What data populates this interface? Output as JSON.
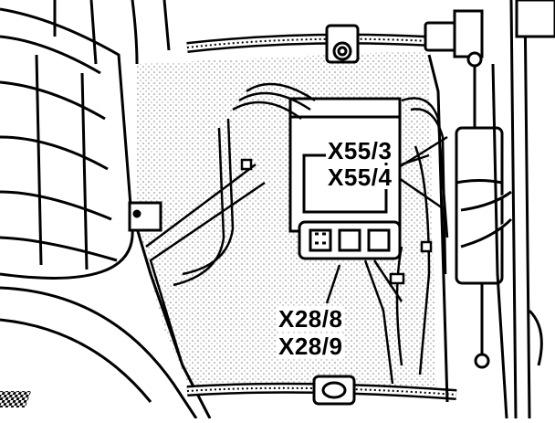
{
  "labels": {
    "x55_3": "X55/3",
    "x55_4": "X55/4",
    "x28_8": "X28/8",
    "x28_9": "X28/9"
  },
  "colors": {
    "line": "#000000",
    "background": "#ffffff",
    "stipple": "#9a9a9a"
  }
}
